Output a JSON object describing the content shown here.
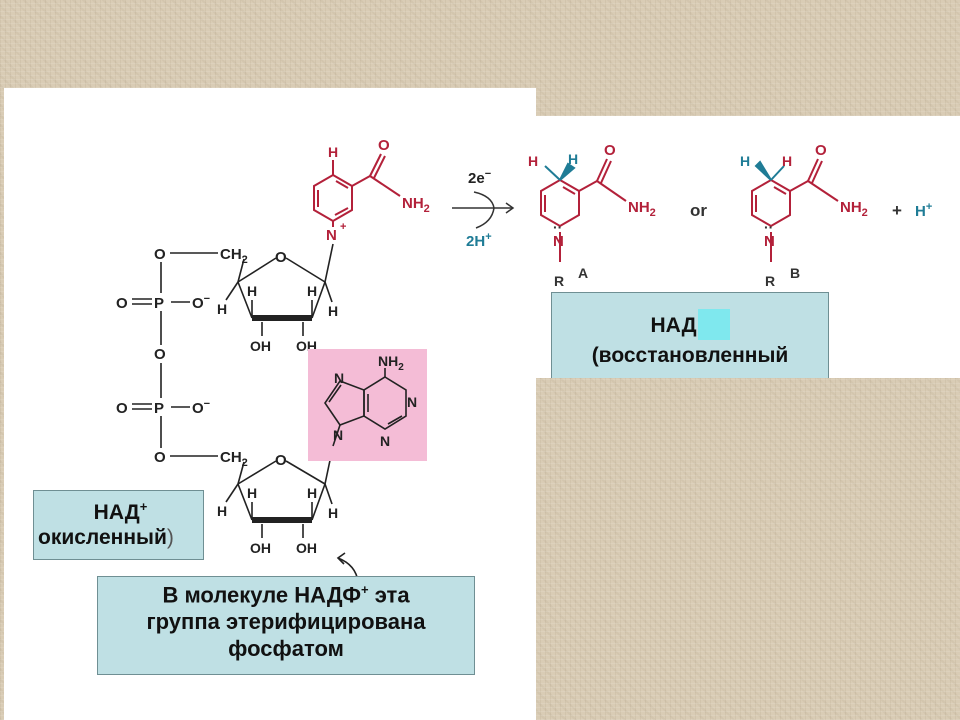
{
  "diagram": {
    "oxidized": {
      "carbonyl_o": "O",
      "amide": "NH",
      "amide_sub": "2",
      "ring_n": "N",
      "plus": "+",
      "ring_h": "H"
    },
    "arrow": {
      "electrons": "2e",
      "electrons_sup": "−",
      "protons": "2H",
      "protons_sup": "+"
    },
    "reduced_a": {
      "h_left": "H",
      "h_right": "H",
      "carbonyl_o": "O",
      "amide": "NH",
      "amide_sub": "2",
      "n_dots": "··",
      "ring_n": "N",
      "r": "R",
      "form": "A"
    },
    "or": "or",
    "reduced_b": {
      "h_left": "H",
      "h_right": "H",
      "carbonyl_o": "O",
      "amide": "NH",
      "amide_sub": "2",
      "n_dots": "··",
      "ring_n": "N",
      "r": "R",
      "form": "B"
    },
    "plus_sign": "+",
    "h_plus": "H",
    "h_plus_sup": "+",
    "backbone": {
      "o_top": "O",
      "ch2_top": "CH",
      "ch2_top_sub": "2",
      "ring_o_top": "O",
      "p1_o_double": "O",
      "p1": "P",
      "p1_o_minus": "O",
      "p1_minus": "−",
      "bridge_o": "O",
      "p2_o_double": "O",
      "p2": "P",
      "p2_o_minus": "O",
      "p2_minus": "−",
      "o_bottom": "O",
      "ch2_bottom": "CH",
      "ch2_bottom_sub": "2",
      "ring_o_bottom": "O"
    },
    "ribose_top": {
      "h1": "H",
      "h2": "H",
      "h3": "H",
      "h4": "H",
      "oh_left": "OH",
      "oh_right": "OH"
    },
    "ribose_bottom": {
      "h1": "H",
      "h2": "H",
      "h3": "H",
      "h4": "H",
      "oh_left": "OH",
      "oh_right": "OH"
    },
    "adenine": {
      "amine": "NH",
      "amine_sub": "2",
      "n1": "N",
      "n3": "N",
      "n7": "N",
      "n9": "N"
    },
    "colors": {
      "red": "#b3213a",
      "teal": "#1f7c96",
      "pink": "#f4bcd6",
      "box": "#bfe0e4"
    }
  },
  "labels": {
    "nadh_line1": "НАД",
    "nadh_line2": "(восстановленный",
    "nad_line1": "НАД",
    "nad_sup": "+",
    "nad_line2": "окисленный",
    "nad_paren": ")",
    "nadp_line1": "В молекуле НАДФ",
    "nadp_sup": "+",
    "nadp_line1_end": " эта",
    "nadp_line2": "группа этерифицирована",
    "nadp_line3": "фосфатом"
  }
}
